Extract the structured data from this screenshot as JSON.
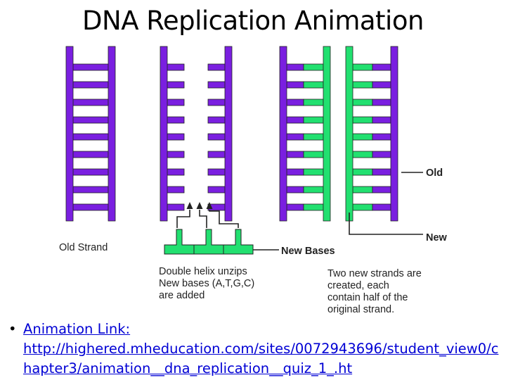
{
  "slide": {
    "title": "DNA Replication Animation"
  },
  "diagram": {
    "labels": {
      "old_strand": "Old Strand",
      "new_bases": "New Bases",
      "old": "Old",
      "new": "New"
    },
    "captions": {
      "unzip": [
        "Double helix unzips",
        "New bases (A,T,G,C)",
        "are added"
      ],
      "result": [
        "Two new strands are",
        "created, each",
        "contain half of the",
        "original strand."
      ]
    },
    "colors": {
      "old_strand": "#7a1fe0",
      "new_strand": "#22e070",
      "line": "#222222"
    }
  },
  "bullet": {
    "symbol": "•",
    "label": "Animation Link:",
    "url": "http://highered.mheducation.com/sites/0072943696/student_view0/chapter3/animation__dna_replication__quiz_1_.ht"
  }
}
